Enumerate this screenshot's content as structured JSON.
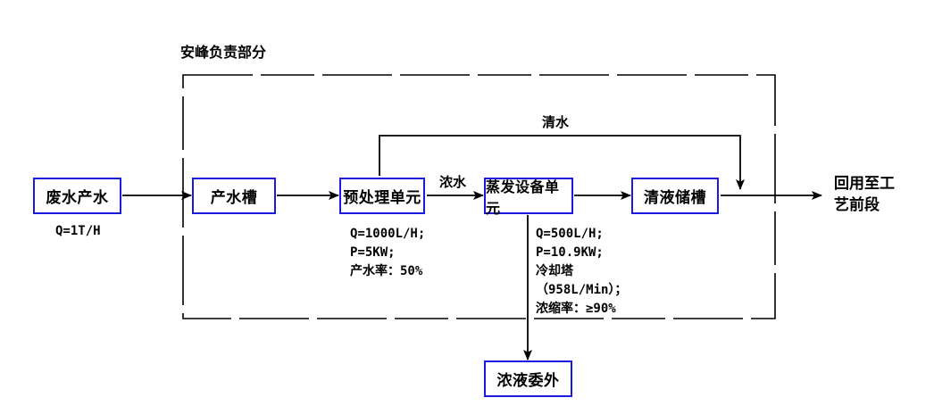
{
  "diagram": {
    "group": {
      "title": "安峰负责部分",
      "border_style": "dashed"
    },
    "accent_color": "#1a1ae0",
    "line_color": "#000000",
    "nodes": [
      {
        "id": "wastewater",
        "label": "废水产水"
      },
      {
        "id": "product-water-tank",
        "label": "产水槽"
      },
      {
        "id": "pretreatment-unit",
        "label": "预处理单元"
      },
      {
        "id": "evaporation-unit",
        "label": "蒸发设备单元"
      },
      {
        "id": "clear-liquid-tank",
        "label": "清液储槽"
      },
      {
        "id": "concentrate-outsourcing",
        "label": "浓液委外"
      }
    ],
    "terminal": {
      "label_line1": "回用至工",
      "label_line2": "艺前段"
    },
    "edge_labels": {
      "concentrated_water": "浓水",
      "clean_water": "清水"
    },
    "annotations": {
      "wastewater": "Q=1T/H",
      "pretreatment": "Q=1000L/H;\nP=5KW;\n产水率：50%",
      "evaporation": "Q=500L/H;\nP=10.9KW;\n冷却塔\n（958L/Min）；\n浓缩率：≥90%"
    }
  }
}
